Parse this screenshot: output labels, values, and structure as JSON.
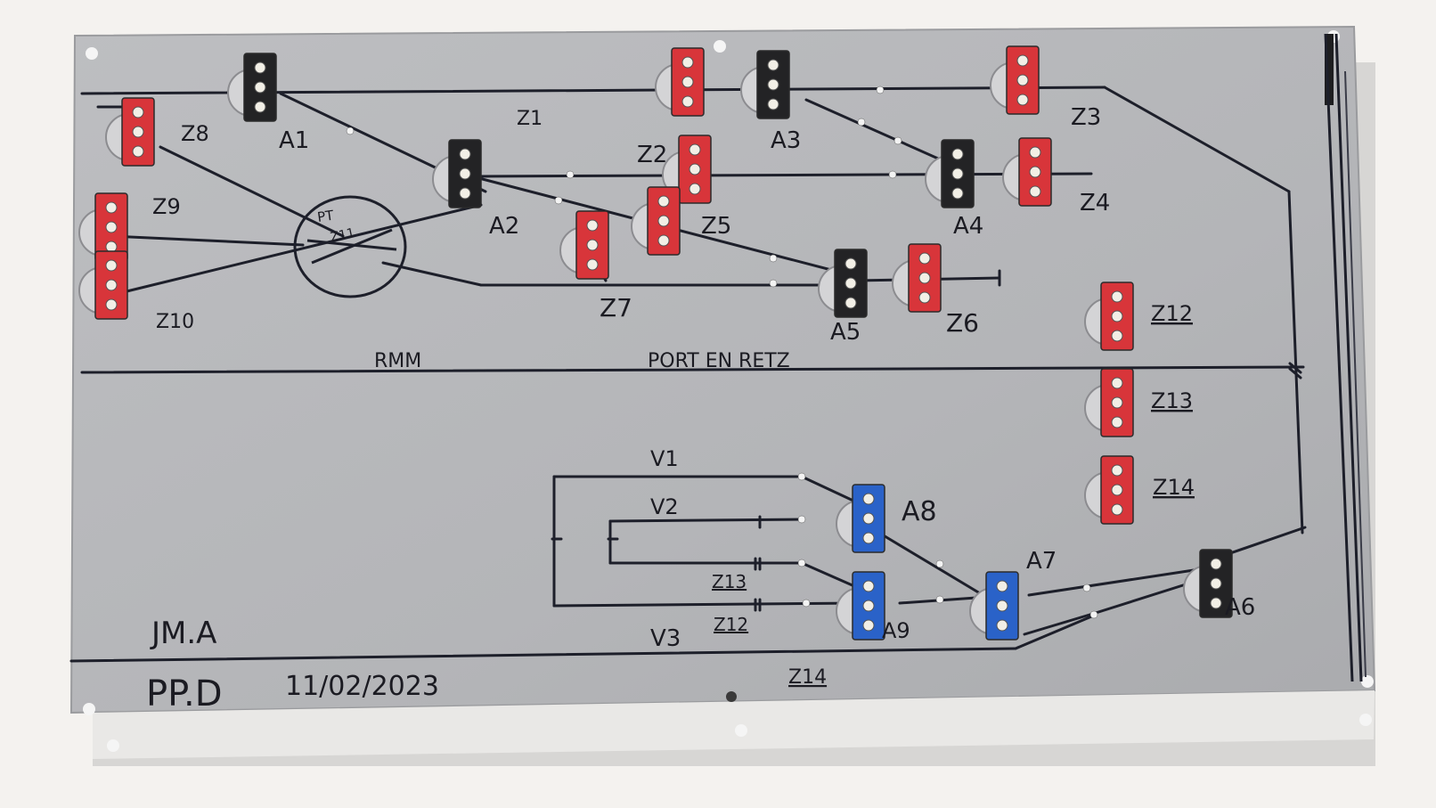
{
  "panel": {
    "colors": {
      "panel": "#b8b9bc",
      "panel_edge": "#9a9b9e",
      "line": "#1d1f2a",
      "switch_red": "#d8353a",
      "switch_black": "#232325",
      "switch_blue": "#2a62c8",
      "pin": "#f2efe6"
    }
  },
  "labels": {
    "z1": "Z1",
    "z2": "Z2",
    "z3": "Z3",
    "z4": "Z4",
    "z5": "Z5",
    "z6": "Z6",
    "z7": "Z7",
    "z8": "Z8",
    "z9": "Z9",
    "z10": "Z10",
    "z12": "Z12",
    "z13": "Z13",
    "z14": "Z14",
    "z13_b": "Z13",
    "z12_b": "Z12",
    "z14_b": "Z14",
    "a1": "A1",
    "a2": "A2",
    "a3": "A3",
    "a4": "A4",
    "a5": "A5",
    "a6": "A6",
    "a7": "A7",
    "a8": "A8",
    "a9": "A9",
    "pt": "PT",
    "z11": "Z11",
    "v1": "V1",
    "v2": "V2",
    "v3": "V3",
    "rmm": "RMM",
    "port_en_retz": "PORT EN RETZ",
    "author": "JM.A",
    "ppd": "PP.D",
    "date": "11/02/2023"
  },
  "switches": {
    "z8": {
      "color": "red"
    },
    "a1": {
      "color": "black"
    },
    "z9": {
      "color": "red"
    },
    "z10": {
      "color": "red"
    },
    "a2": {
      "color": "black"
    },
    "z1": {
      "color": "red"
    },
    "a3": {
      "color": "black"
    },
    "z3": {
      "color": "red"
    },
    "z2": {
      "color": "red"
    },
    "a4": {
      "color": "black"
    },
    "z4": {
      "color": "red"
    },
    "z5": {
      "color": "red"
    },
    "z7": {
      "color": "red"
    },
    "a5": {
      "color": "black"
    },
    "z6": {
      "color": "red"
    },
    "z12": {
      "color": "red"
    },
    "z13": {
      "color": "red"
    },
    "z14": {
      "color": "red"
    },
    "a8": {
      "color": "blue"
    },
    "a9": {
      "color": "blue"
    },
    "a7": {
      "color": "blue"
    },
    "a6": {
      "color": "black"
    }
  }
}
